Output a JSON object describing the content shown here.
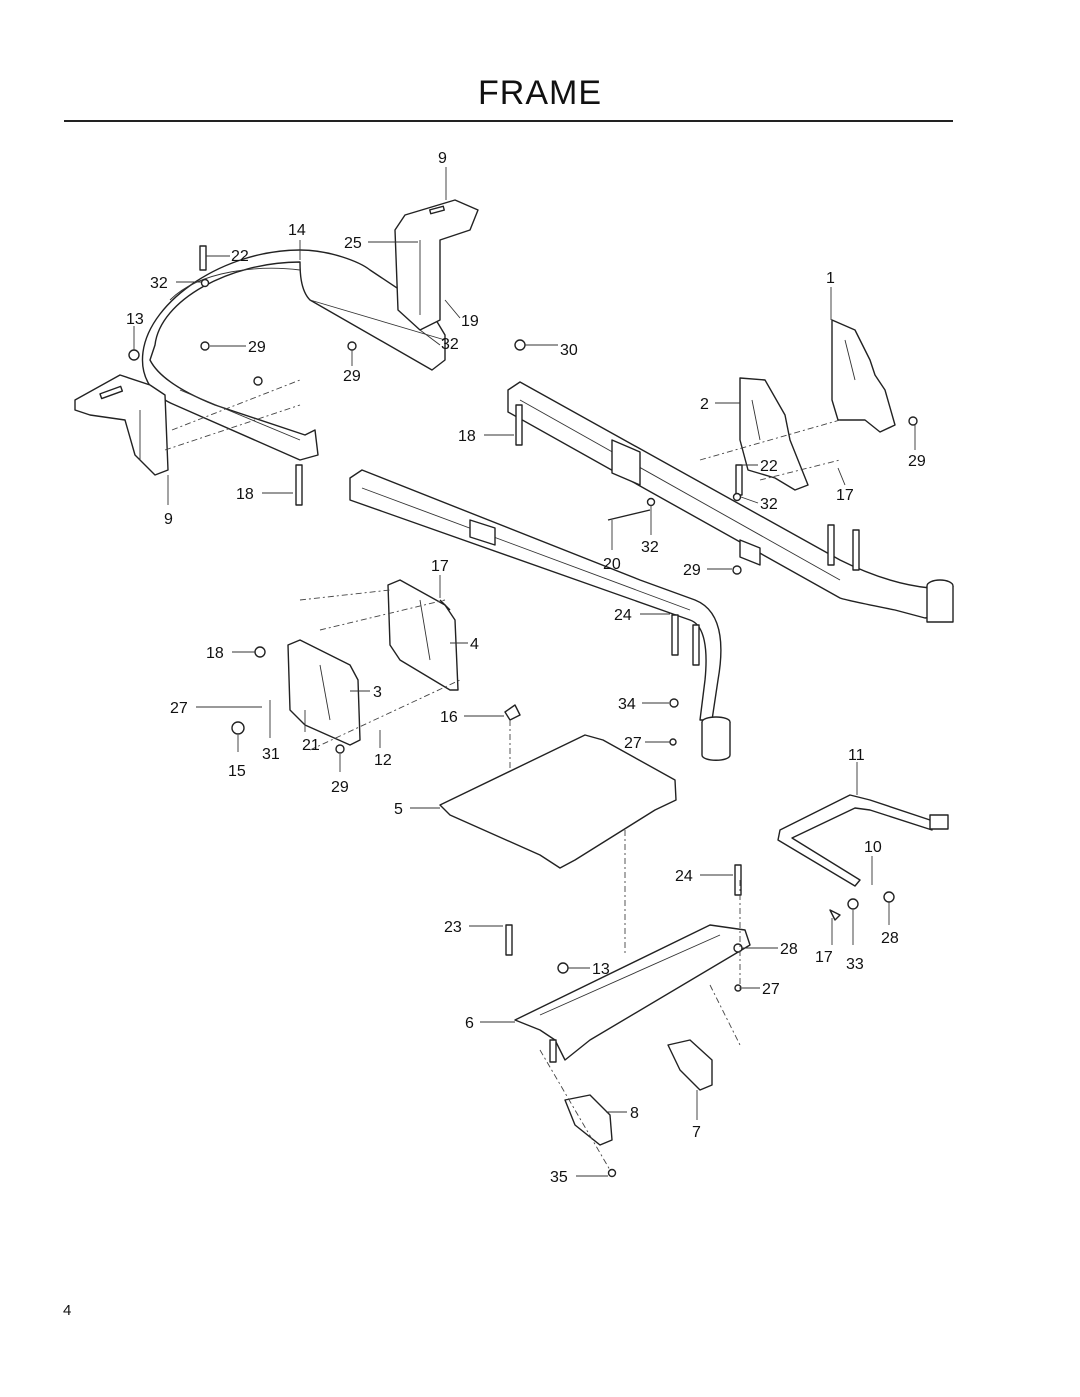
{
  "page": {
    "title": "FRAME",
    "page_number": "4"
  },
  "callouts": [
    {
      "id": "c-9-top",
      "label": "9"
    },
    {
      "id": "c-14",
      "label": "14"
    },
    {
      "id": "c-25",
      "label": "25"
    },
    {
      "id": "c-22-a",
      "label": "22"
    },
    {
      "id": "c-32-a",
      "label": "32"
    },
    {
      "id": "c-13-a",
      "label": "13"
    },
    {
      "id": "c-29-a",
      "label": "29"
    },
    {
      "id": "c-19",
      "label": "19"
    },
    {
      "id": "c-32-b",
      "label": "32"
    },
    {
      "id": "c-29-b",
      "label": "29"
    },
    {
      "id": "c-30",
      "label": "30"
    },
    {
      "id": "c-1",
      "label": "1"
    },
    {
      "id": "c-2",
      "label": "2"
    },
    {
      "id": "c-18-a",
      "label": "18"
    },
    {
      "id": "c-22-b",
      "label": "22"
    },
    {
      "id": "c-29-c",
      "label": "29"
    },
    {
      "id": "c-32-c",
      "label": "32"
    },
    {
      "id": "c-17-a",
      "label": "17"
    },
    {
      "id": "c-18-b",
      "label": "18"
    },
    {
      "id": "c-9-left",
      "label": "9"
    },
    {
      "id": "c-20",
      "label": "20"
    },
    {
      "id": "c-32-d",
      "label": "32"
    },
    {
      "id": "c-29-d",
      "label": "29"
    },
    {
      "id": "c-17-b",
      "label": "17"
    },
    {
      "id": "c-24-a",
      "label": "24"
    },
    {
      "id": "c-4",
      "label": "4"
    },
    {
      "id": "c-18-c",
      "label": "18"
    },
    {
      "id": "c-3",
      "label": "3"
    },
    {
      "id": "c-27-a",
      "label": "27"
    },
    {
      "id": "c-34",
      "label": "34"
    },
    {
      "id": "c-16",
      "label": "16"
    },
    {
      "id": "c-31",
      "label": "31"
    },
    {
      "id": "c-21",
      "label": "21"
    },
    {
      "id": "c-27-b",
      "label": "27"
    },
    {
      "id": "c-15",
      "label": "15"
    },
    {
      "id": "c-12",
      "label": "12"
    },
    {
      "id": "c-11",
      "label": "11"
    },
    {
      "id": "c-29-e",
      "label": "29"
    },
    {
      "id": "c-5",
      "label": "5"
    },
    {
      "id": "c-10",
      "label": "10"
    },
    {
      "id": "c-24-b",
      "label": "24"
    },
    {
      "id": "c-23",
      "label": "23"
    },
    {
      "id": "c-28-a",
      "label": "28"
    },
    {
      "id": "c-28-b",
      "label": "28"
    },
    {
      "id": "c-17-c",
      "label": "17"
    },
    {
      "id": "c-33",
      "label": "33"
    },
    {
      "id": "c-13-b",
      "label": "13"
    },
    {
      "id": "c-27-c",
      "label": "27"
    },
    {
      "id": "c-6",
      "label": "6"
    },
    {
      "id": "c-8",
      "label": "8"
    },
    {
      "id": "c-7",
      "label": "7"
    },
    {
      "id": "c-35",
      "label": "35"
    }
  ]
}
